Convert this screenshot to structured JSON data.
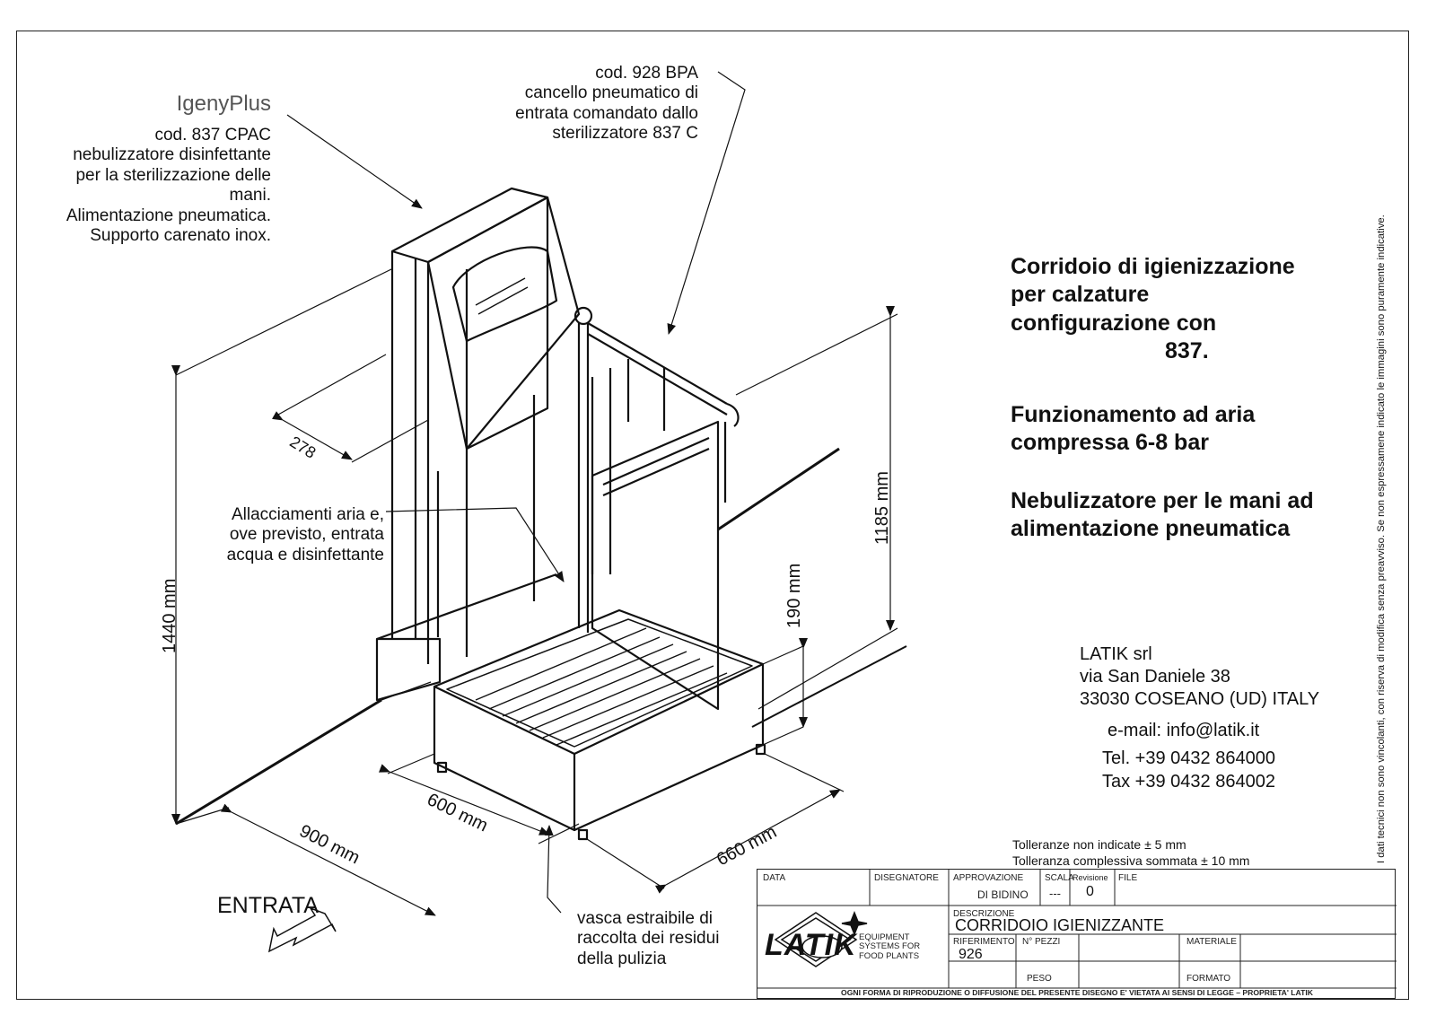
{
  "callouts": {
    "brand": "IgenyPlus",
    "cpac_lines": [
      "cod. 837 CPAC",
      "nebulizzatore disinfettante",
      "per la sterilizzazione delle",
      "mani.",
      "Alimentazione pneumatica.",
      "Supporto carenato inox."
    ],
    "bpa_lines": [
      "cod. 928 BPA",
      "cancello pneumatico di",
      "entrata comandato dallo",
      "sterilizzatore 837 C"
    ],
    "allacci_lines": [
      "Allacciamenti aria e,",
      "ove previsto, entrata",
      "acqua e disinfettante"
    ],
    "vasca_lines": [
      "vasca estraibile di",
      "raccolta dei residui",
      "della pulizia"
    ],
    "entrata": "ENTRATA"
  },
  "dimensions": {
    "d278": "278",
    "d1440": "1440 mm",
    "d1185": "1185 mm",
    "d190": "190 mm",
    "d600": "600 mm",
    "d900": "900 mm",
    "d660": "660 mm"
  },
  "description": {
    "title_lines": [
      "Corridoio di igienizzazione",
      "per calzature",
      "configurazione con",
      "837."
    ],
    "air_lines": [
      "Funzionamento ad aria",
      "compressa 6-8 bar"
    ],
    "nebul_lines": [
      "Nebulizzatore per le mani ad",
      "alimentazione pneumatica"
    ]
  },
  "company": {
    "name": "LATIK srl",
    "street": "via San Daniele 38",
    "city": "33030 COSEANO (UD) ITALY",
    "email": "e-mail: info@latik.it",
    "tel": "Tel. +39 0432 864000",
    "fax": "Tax +39 0432 864002"
  },
  "tolerances": {
    "line1": "Tolleranze non indicate  ± 5 mm",
    "line2": "Tolleranza complessiva sommata  ± 10 mm"
  },
  "side_note": "I dati tecnici non sono vincolanti, con riserva di modifica senza preavviso. Se non espressamene indicato le immagini sono puramente indicative.",
  "title_block": {
    "data_label": "DATA",
    "disegnatore_label": "DISEGNATORE",
    "approvazione_label": "APPROVAZIONE",
    "approvazione_value": "DI BIDINO",
    "scala_label": "SCALA",
    "scala_value": "---",
    "revisione_label": "Revisione",
    "revisione_value": "0",
    "file_label": "FILE",
    "descrizione_label": "DESCRIZIONE",
    "descrizione_value": "CORRIDOIO IGIENIZZANTE",
    "riferimento_label": "RIFERIMENTO",
    "riferimento_value": "926",
    "npezzi_label": "N° PEZZI",
    "peso_label": "PESO",
    "materiale_label": "MATERIALE",
    "formato_label": "FORMATO",
    "logo_text": "LATIK",
    "logo_tagline": [
      "EQUIPMENT",
      "SYSTEMS FOR",
      "FOOD PLANTS"
    ],
    "footer": "OGNI FORMA DI RIPRODUZIONE O DIFFUSIONE DEL PRESENTE DISEGNO E' VIETATA AI SENSI DI LEGGE – PROPRIETA' LATIK"
  }
}
